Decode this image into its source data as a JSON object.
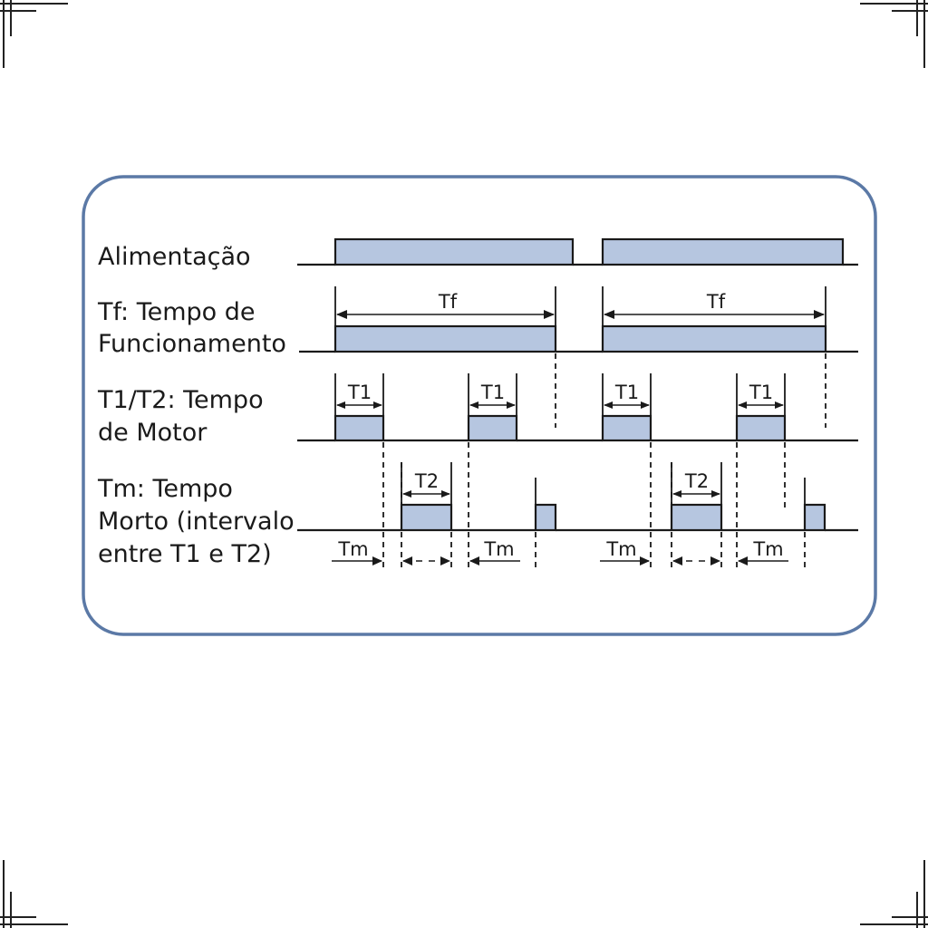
{
  "signals": {
    "alimentacao": "Alimentação",
    "tf_line1": "Tf: Tempo de",
    "tf_line2": "Funcionamento",
    "t1t2_line1": "T1/T2: Tempo",
    "t1t2_line2": "de Motor",
    "tm_line1": "Tm: Tempo",
    "tm_line2": "Morto (intervalo",
    "tm_line3": "entre T1 e T2)"
  },
  "dimensions": {
    "tf": "Tf",
    "t1": "T1",
    "t2": "T2",
    "tm": "Tm"
  },
  "colors": {
    "pulse_fill": "#b6c6e0",
    "frame_border": "#5b79a6",
    "line": "#1a1a1a"
  }
}
